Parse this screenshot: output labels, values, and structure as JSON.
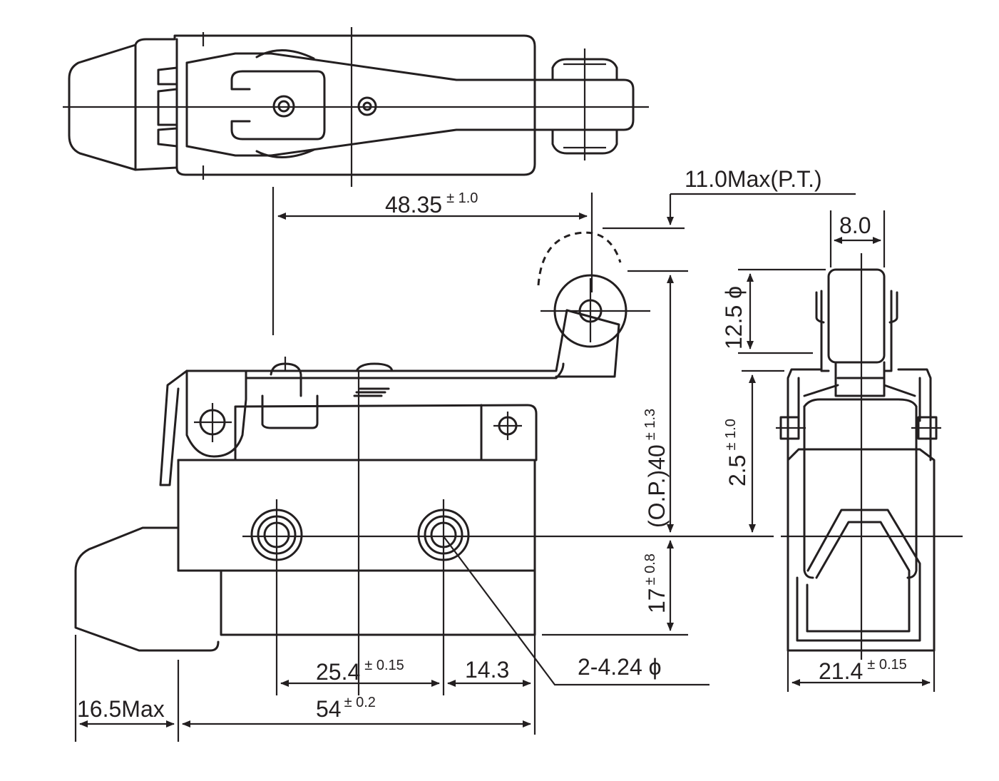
{
  "dimensions": {
    "d_48_35": {
      "main": "48.35",
      "tol": "± 1.0"
    },
    "d_11_max": {
      "main": "11.0Max(P.T.)"
    },
    "d_8_0": {
      "main": "8.0"
    },
    "d_12_5": {
      "main": "12.5 ϕ"
    },
    "d_op_40": {
      "main": "(O.P.)40",
      "tol": "± 1.3"
    },
    "d_2_5": {
      "main": "2.5",
      "tol": "± 1.0"
    },
    "d_17": {
      "main": "17",
      "tol": "± 0.8"
    },
    "d_25_4": {
      "main": "25.4",
      "tol": "± 0.15"
    },
    "d_14_3": {
      "main": "14.3"
    },
    "d_2_4_24": {
      "main": "2-4.24 ϕ"
    },
    "d_54": {
      "main": "54",
      "tol": "± 0.2"
    },
    "d_16_5": {
      "main": "16.5Max"
    },
    "d_21_4": {
      "main": "21.4",
      "tol": "± 0.15"
    }
  },
  "colors": {
    "ink": "#231f20",
    "paper": "#ffffff"
  }
}
